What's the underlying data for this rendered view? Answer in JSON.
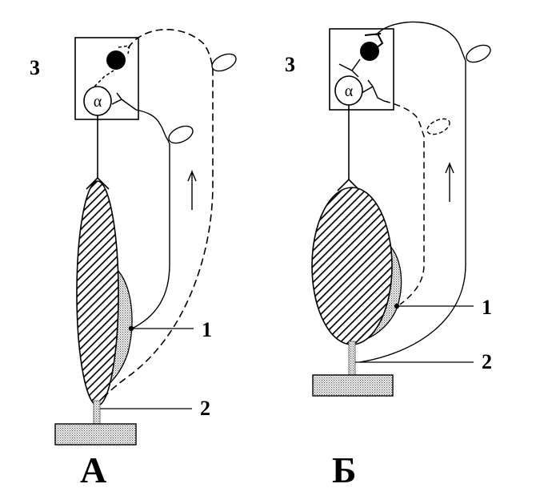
{
  "diagram": {
    "panels": [
      {
        "label": "А",
        "center_label": "3",
        "neuron_label": "α",
        "muscle_label": "1",
        "tendon_label": "2"
      },
      {
        "label": "Б",
        "center_label": "3",
        "neuron_label": "α",
        "muscle_label": "1",
        "tendon_label": "2"
      }
    ],
    "colors": {
      "stroke": "#000000",
      "background": "#ffffff",
      "stipple": "#bdbdbd"
    }
  }
}
